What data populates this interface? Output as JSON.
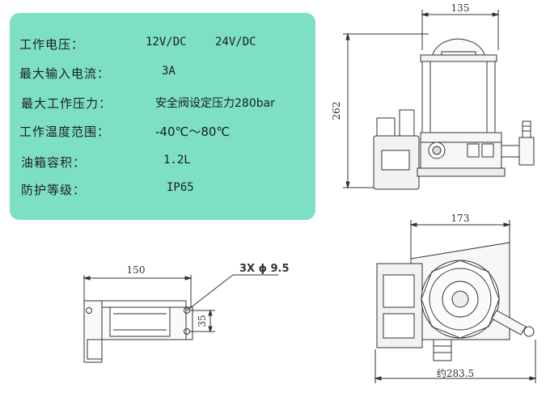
{
  "specs": [
    {
      "label": "工作电压：",
      "value": "12V/DC",
      "value2": "24V/DC"
    },
    {
      "label": "最大输入电流：",
      "value": "3A"
    },
    {
      "label": "最大工作压力：",
      "value": "安全阀设定压力280bar"
    },
    {
      "label": "工作温度范围：",
      "value": "-40℃～80℃"
    },
    {
      "label": "油箱容积：",
      "value": "1.2L"
    },
    {
      "label": "防护等级：",
      "value": "IP65"
    }
  ],
  "dimensions": {
    "front_width": "135",
    "front_height": "262",
    "top_width": "173",
    "top_overall": "约283.5",
    "base_width": "150",
    "base_hole_spacing": "35",
    "hole_callout": "3X ϕ 9.5"
  }
}
